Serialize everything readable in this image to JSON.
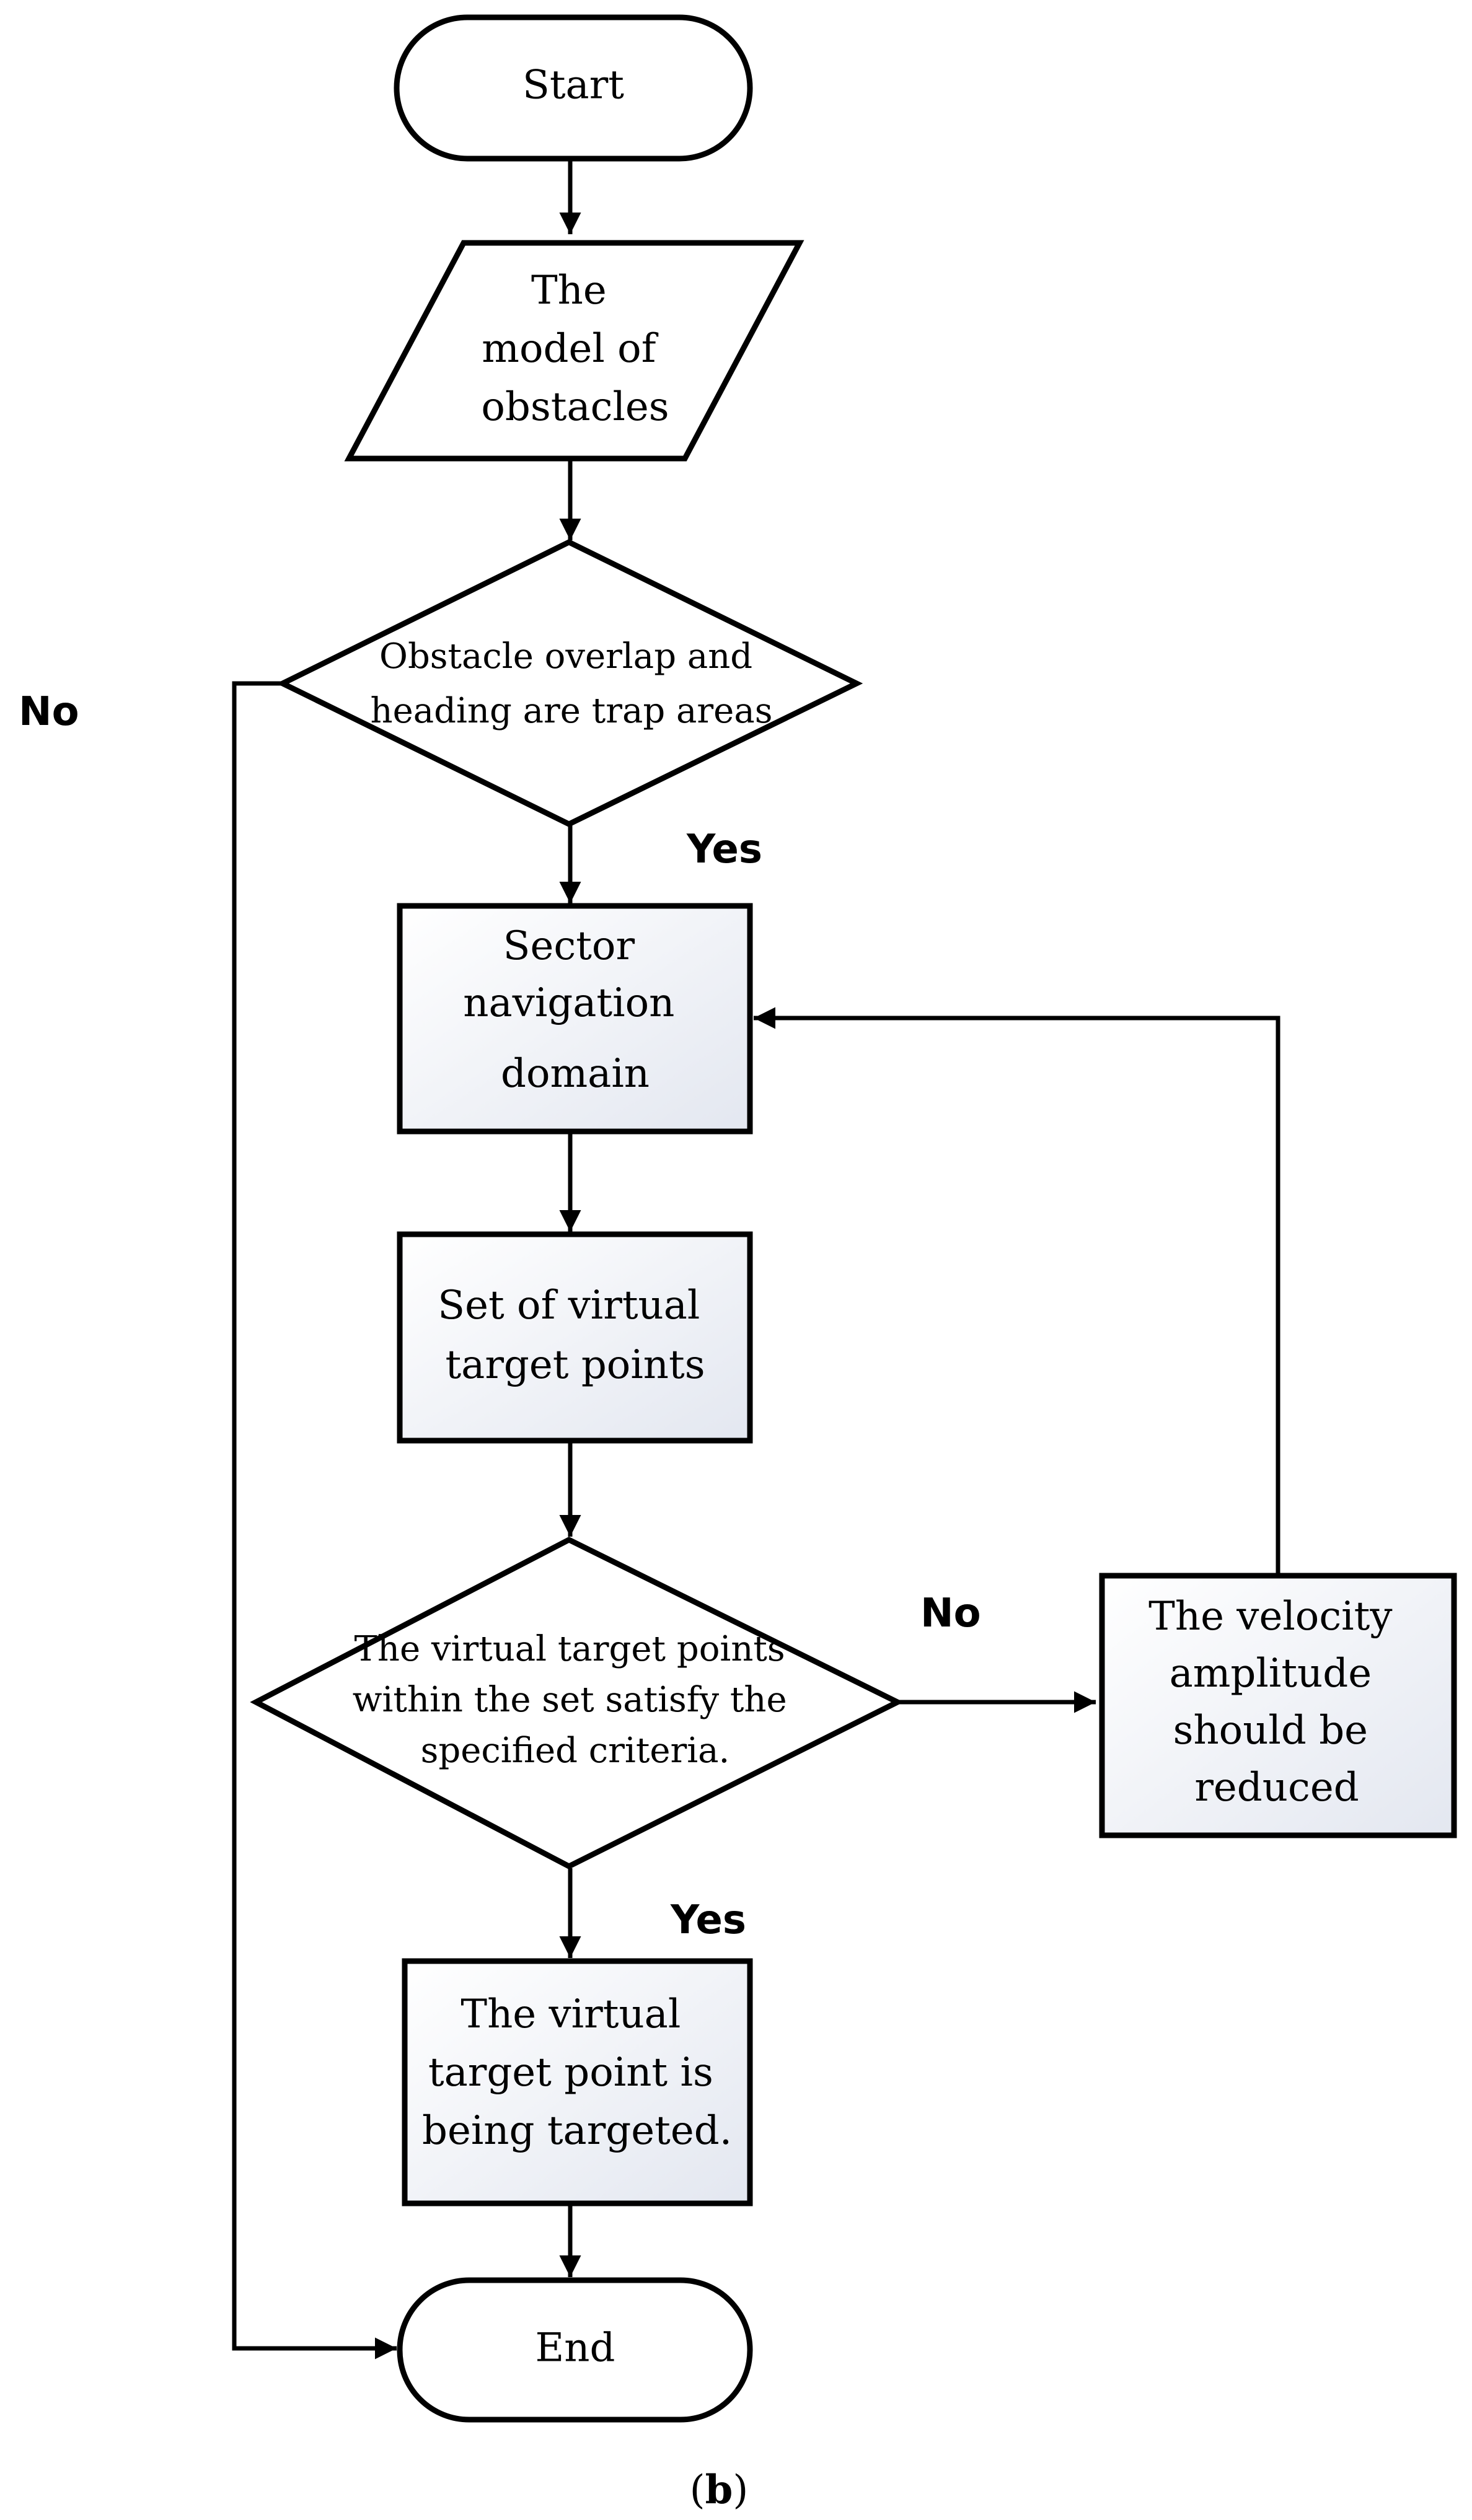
{
  "nodes": {
    "start": "Start",
    "obstacle_model": [
      "The",
      "model of",
      "obstacles"
    ],
    "trap_decision": [
      "Obstacle overlap and",
      "heading are trap areas"
    ],
    "sector_domain": [
      "Sector",
      "navigation",
      "domain"
    ],
    "virtual_points_set": [
      "Set of virtual",
      "target points"
    ],
    "criteria_decision": [
      "The virtual target points",
      "within the set satisfy the",
      "specified criteria."
    ],
    "reduce_velocity": [
      "The velocity",
      "amplitude",
      "should be",
      "reduced"
    ],
    "target_point": [
      "The virtual",
      "target point is",
      "being targeted."
    ],
    "end": "End"
  },
  "edge_labels": {
    "trap_no": "No",
    "trap_yes": "Yes",
    "criteria_no": "No",
    "criteria_yes": "Yes"
  },
  "caption": {
    "open": "(",
    "letter": "b",
    "close": ")"
  }
}
